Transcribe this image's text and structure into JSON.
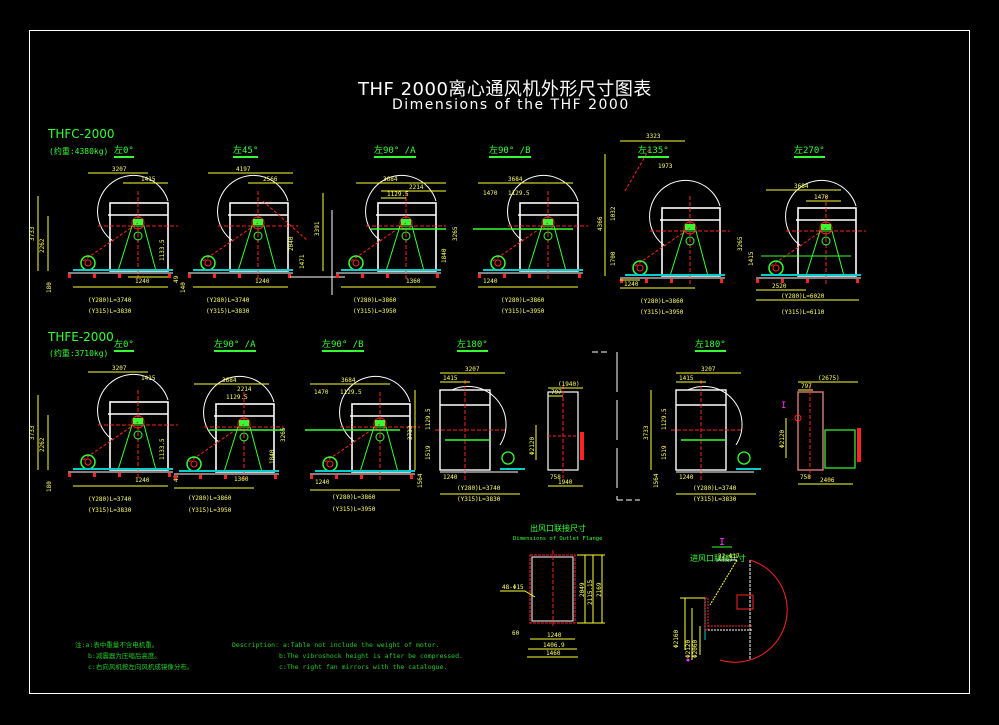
{
  "title": {
    "cn": "THF 2000离心通风机外形尺寸图表",
    "en": "Dimensions of the THF 2000"
  },
  "colors": {
    "background": "#000000",
    "frame": "#ffffff",
    "dimension": "#ffff33",
    "label": "#33ff33",
    "centerline": "#ff2222",
    "outline": "#ffffff",
    "accent": "#ff33ff",
    "base": "#00cccc"
  },
  "sections": [
    {
      "model": "THFC-2000",
      "weight": "(约重:4380kg)",
      "views": [
        {
          "label": "左0°",
          "dims": [
            "3207",
            "1415",
            "3733",
            "2262",
            "1133.5",
            "1240",
            "49",
            "180"
          ],
          "L280": "(Y280)L=3740",
          "L315": "(Y315)L=3830"
        },
        {
          "label": "左45°",
          "dims": [
            "4197",
            "2566",
            "2040",
            "3391",
            "1471",
            "1240",
            "140"
          ],
          "L280": "(Y280)L=3740",
          "L315": "(Y315)L=3830"
        },
        {
          "label": "左90° /A",
          "dims": [
            "3684",
            "2214",
            "1129.5",
            "3265",
            "1840",
            "1360"
          ],
          "L280": "(Y280)L=3860",
          "L315": "(Y315)L=3950"
        },
        {
          "label": "左90° /B",
          "dims": [
            "3684",
            "1470",
            "1129.5",
            "1240"
          ],
          "L280": "(Y280)L=3860",
          "L315": "(Y315)L=3950"
        },
        {
          "label": "左135°",
          "dims": [
            "3323",
            "1973",
            "4366",
            "1032",
            "1700",
            "1240"
          ],
          "L280": "(Y280)L=3860",
          "L315": "(Y315)L=3950"
        },
        {
          "label": "左270°",
          "dims": [
            "3684",
            "1470",
            "3265",
            "1415",
            "2520"
          ],
          "L280": "(Y280)L=6020",
          "L315": "(Y315)L=6110"
        }
      ]
    },
    {
      "model": "THFE-2000",
      "weight": "(约重:3710kg)",
      "views": [
        {
          "label": "左0°",
          "dims": [
            "3207",
            "1415",
            "3733",
            "2262",
            "1133.5",
            "1240",
            "49",
            "180"
          ],
          "L280": "(Y280)L=3740",
          "L315": "(Y315)L=3830"
        },
        {
          "label": "左90° /A",
          "dims": [
            "3684",
            "2214",
            "1129.5",
            "3265",
            "1840",
            "1360"
          ],
          "L280": "(Y280)L=3860",
          "L315": "(Y315)L=3950"
        },
        {
          "label": "左90° /B",
          "dims": [
            "3684",
            "1470",
            "1129.5",
            "1240"
          ],
          "L280": "(Y280)L=3860",
          "L315": "(Y315)L=3950"
        },
        {
          "label": "左180°",
          "dims": [
            "3207",
            "1415",
            "3733",
            "1129.5",
            "1519",
            "1564",
            "1240"
          ],
          "L280": "(Y280)L=3740",
          "L315": "(Y315)L=3830",
          "side": {
            "dims": [
              "(1940)",
              "797",
              "Φ2120",
              "758",
              "1940"
            ]
          }
        },
        {
          "label": "左180°",
          "dims": [
            "3207",
            "1415",
            "3733",
            "1129.5",
            "1519",
            "1564",
            "1240"
          ],
          "L280": "(Y280)L=3740",
          "L315": "(Y315)L=3830",
          "side": {
            "dims": [
              "(2675)",
              "797",
              "Φ2120",
              "758",
              "2406"
            ]
          }
        }
      ]
    }
  ],
  "outlet_flange": {
    "title_cn": "出风口联接尺寸",
    "title_en": "Dimensions of Outlet Flange",
    "holes": "48-Φ15",
    "dims": [
      "2049",
      "2115.15",
      "2169",
      "1240",
      "1406.9",
      "1460",
      "60"
    ]
  },
  "inlet_flange": {
    "marker": "I",
    "title_cn": "进风口联接尺寸",
    "holes": "32-Φ17",
    "dims": [
      "Φ2160",
      "Φ2120",
      "Φ2060"
    ]
  },
  "notes_cn": {
    "prefix": "注:",
    "a": "a:表中重量不含电机重。",
    "b": "b:减震器为压缩后高度。",
    "c": "c:右向风机按左向风机成镜像分布。"
  },
  "notes_en": {
    "prefix": "Description:",
    "a": "a:Table not include the weight of motor.",
    "b": "b:The vibroshock height is after be compressed.",
    "c": "c:The right fan mirrors with the catalogue."
  }
}
